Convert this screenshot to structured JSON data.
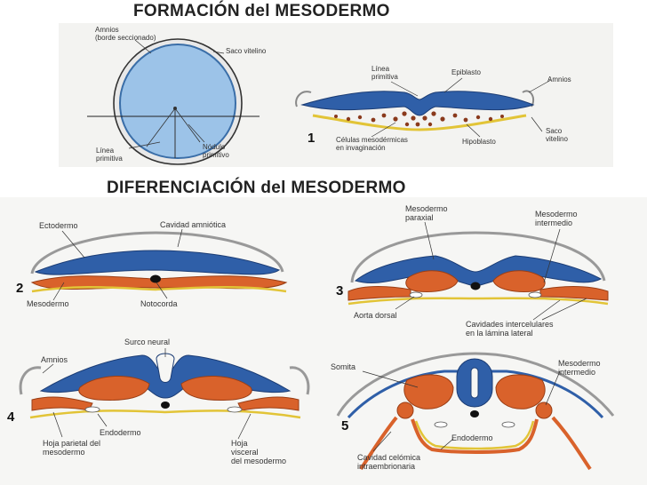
{
  "titles": {
    "formation": "FORMACIÓN del MESODERMO",
    "differentiation": "DIFERENCIACIÓN del MESODERMO"
  },
  "fig_top_left": {
    "amnios": "Amnios",
    "amnios_sub": "(borde seccionado)",
    "saco_vitelino": "Saco vitelino",
    "linea_primitiva_1": "Línea",
    "linea_primitiva_2": "primitiva",
    "nodulo_1": "Nódulo",
    "nodulo_2": "primitivo"
  },
  "fig1": {
    "number": "1",
    "linea_1": "Línea",
    "linea_2": "primitiva",
    "epiblasto": "Epiblasto",
    "amnios": "Amnios",
    "celulas_1": "Células mesodérmicas",
    "celulas_2": "en invaginación",
    "hipoblasto": "Hipoblasto",
    "saco_1": "Saco",
    "saco_2": "vitelino"
  },
  "fig2": {
    "number": "2",
    "ectodermo": "Ectodermo",
    "cavidad": "Cavidad amniótica",
    "mesodermo": "Mesodermo",
    "notocorda": "Notocorda"
  },
  "fig3": {
    "number": "3",
    "paraxial_1": "Mesodermo",
    "paraxial_2": "paraxial",
    "intermedio_1": "Mesodermo",
    "intermedio_2": "intermedio",
    "aorta": "Aorta dorsal",
    "cavidades_1": "Cavidades intercelulares",
    "cavidades_2": "en la lámina lateral"
  },
  "fig4": {
    "number": "4",
    "surco": "Surco neural",
    "amnios": "Amnios",
    "endodermo": "Endodermo",
    "parietal_1": "Hoja parietal del",
    "parietal_2": "mesodermo",
    "visceral_1": "Hoja",
    "visceral_2": "visceral",
    "visceral_3": "del mesodermo"
  },
  "fig5": {
    "number": "5",
    "somita": "Somita",
    "intermedio_1": "Mesodermo",
    "intermedio_2": "intermedio",
    "endodermo": "Endodermo",
    "celomica_1": "Cavidad celómica",
    "celomica_2": "intraembrionaria"
  },
  "colors": {
    "ectoderm_blue": "#2f5fa8",
    "ectoderm_light": "#7aa6da",
    "mesoderm_orange": "#d9622b",
    "endoderm_yellow": "#e2c437",
    "amnion_gray": "#8a8a8a",
    "disc_blue_fill": "#9cc3e8"
  }
}
